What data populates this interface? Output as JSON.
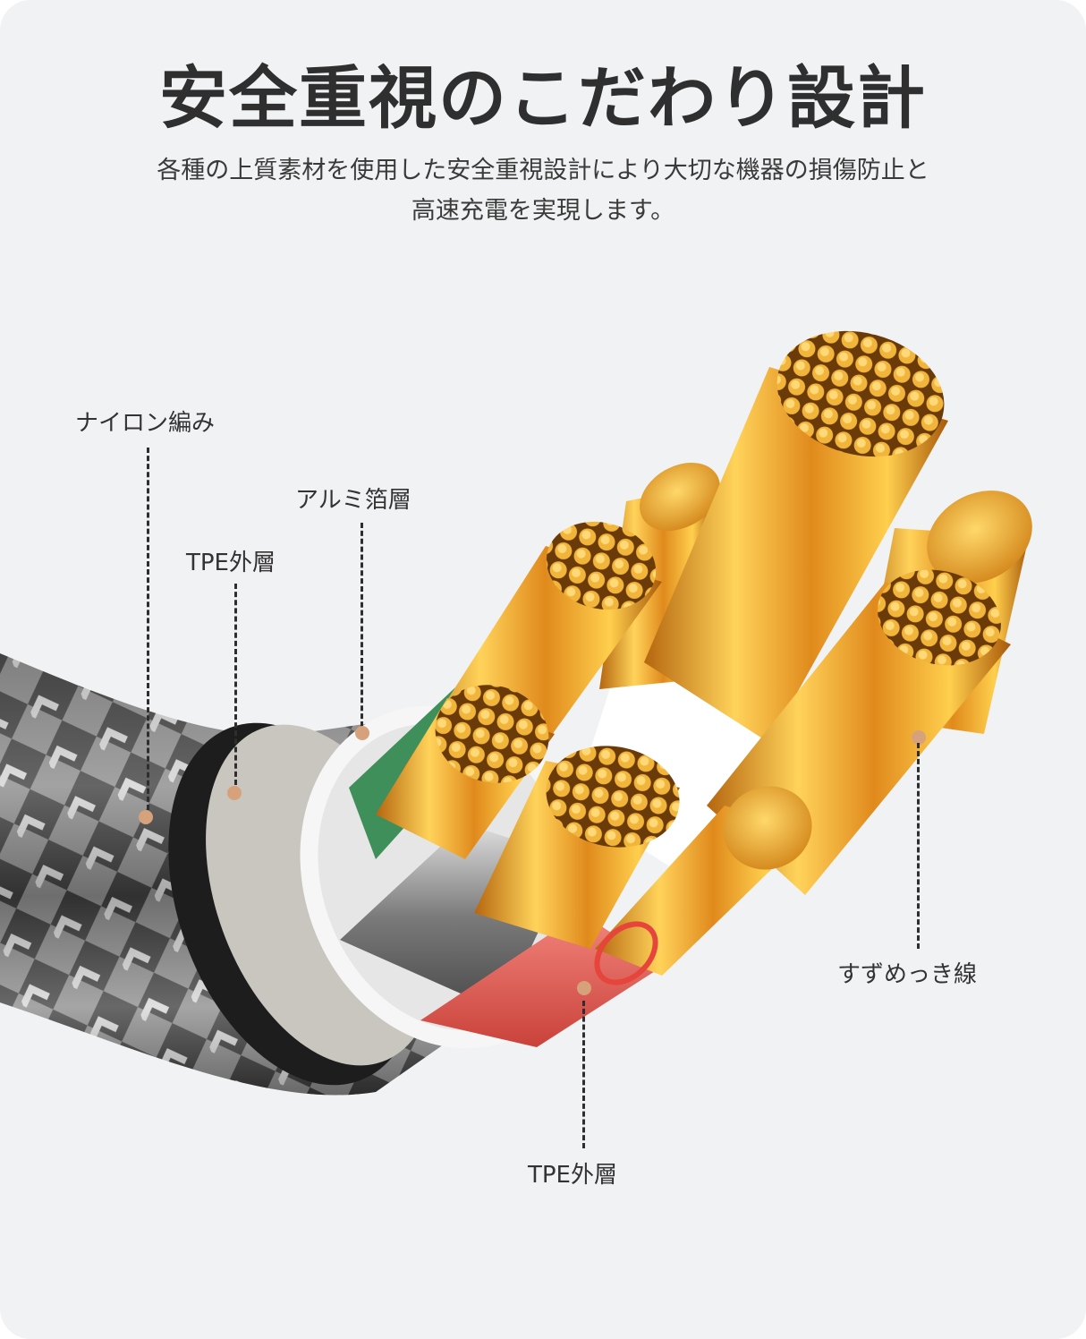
{
  "header": {
    "title": "安全重視のこだわり設計",
    "subtitle_line1": "各種の上質素材を使用した安全重視設計により大切な機器の損傷防止と",
    "subtitle_line2": "高速充電を実現します。"
  },
  "callouts": [
    {
      "id": "nylon-braid",
      "label": "ナイロン編み"
    },
    {
      "id": "aluminum-foil",
      "label": "アルミ箔層"
    },
    {
      "id": "tpe-outer-top",
      "label": "TPE外層"
    },
    {
      "id": "tin-plated-wire",
      "label": "すずめっき線"
    },
    {
      "id": "tpe-outer-bottom",
      "label": "TPE外層"
    }
  ],
  "colors": {
    "background": "#f1f2f4",
    "text": "#2f2f2f",
    "dot": "#d6a27c",
    "copper": "#e8a13a",
    "green_wire": "#3f8f5a",
    "red_wire": "#e05a52"
  }
}
